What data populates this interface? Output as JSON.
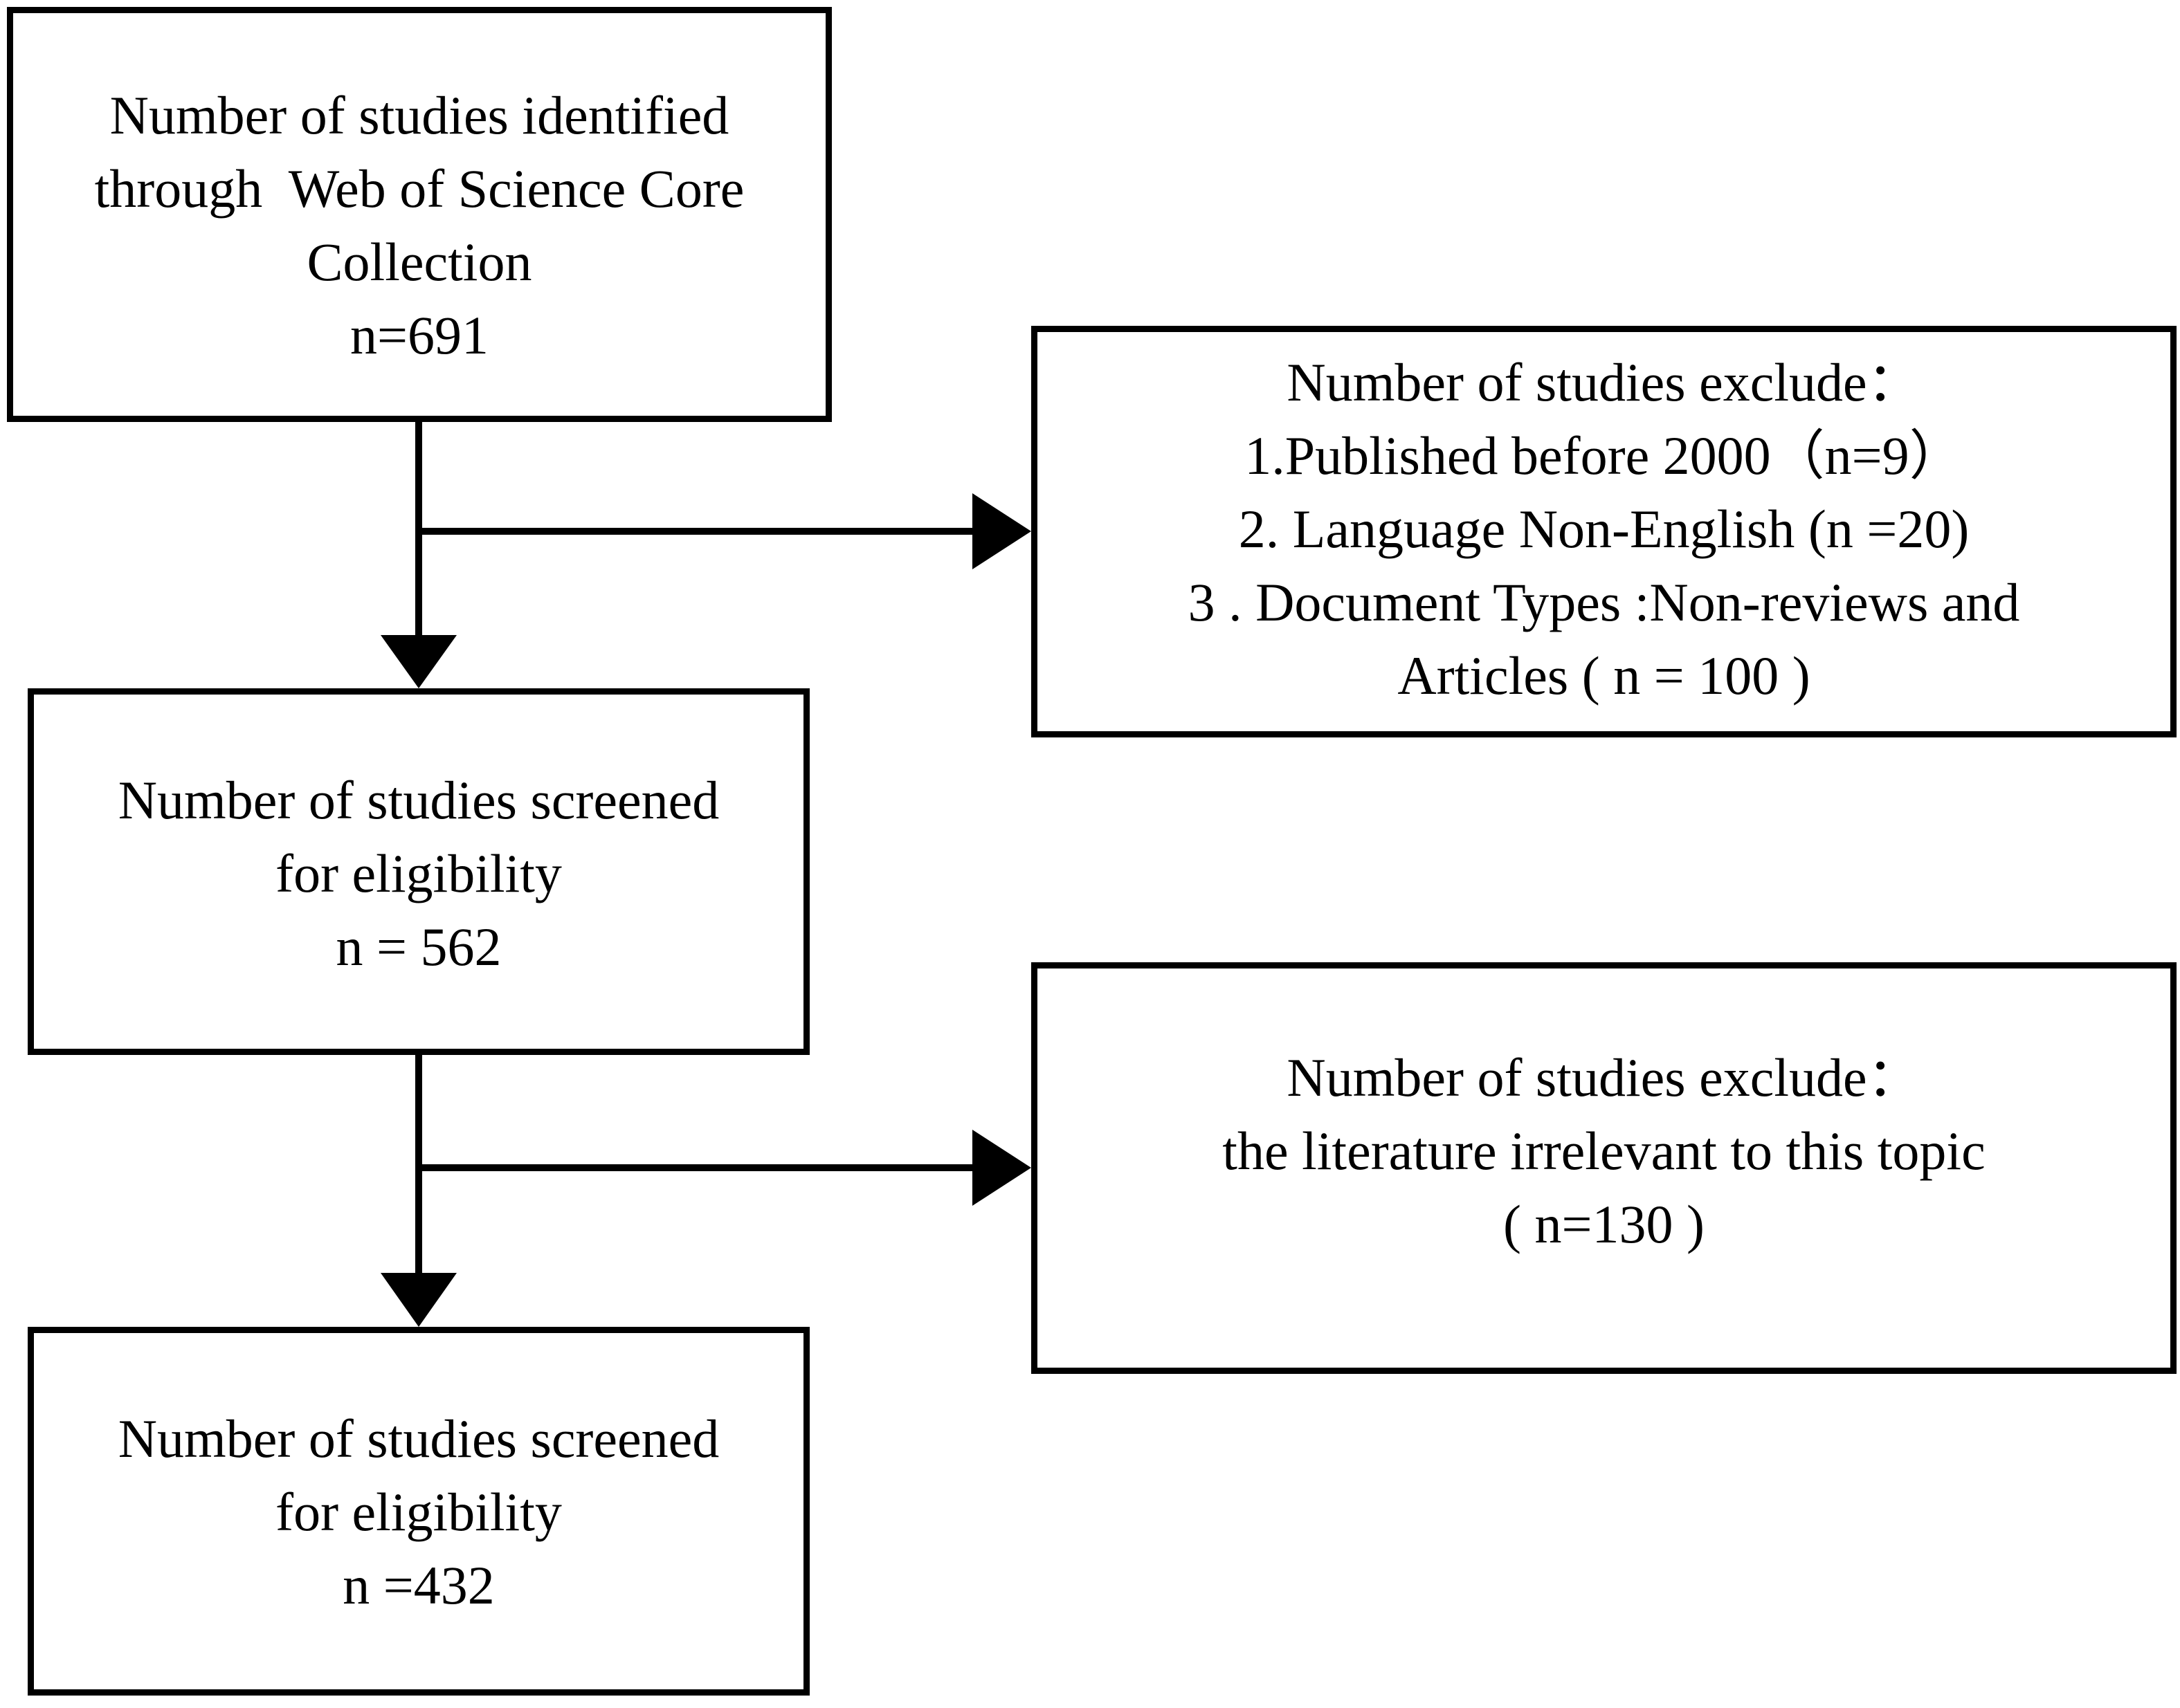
{
  "boxes": {
    "identified": {
      "lines": [
        "Number of studies identified",
        "through  Web of Science Core",
        "Collection",
        "n=691"
      ]
    },
    "exclude_1": {
      "lines": [
        "Number of studies exclude：",
        "1.Published before 2000（n=9）",
        "2. Language Non-English (n =20)",
        "3 . Document Types :Non-reviews and",
        "Articles ( n = 100 )"
      ]
    },
    "screened_1": {
      "lines": [
        "Number of studies screened",
        "for eligibility",
        "n = 562"
      ]
    },
    "exclude_2": {
      "lines": [
        "Number of studies exclude：",
        "the literature irrelevant to this topic",
        "( n=130 )"
      ]
    },
    "screened_2": {
      "lines": [
        "Number of studies screened",
        "for eligibility",
        "n =432"
      ]
    }
  },
  "colors": {
    "stroke": "#000000",
    "background": "#ffffff"
  }
}
